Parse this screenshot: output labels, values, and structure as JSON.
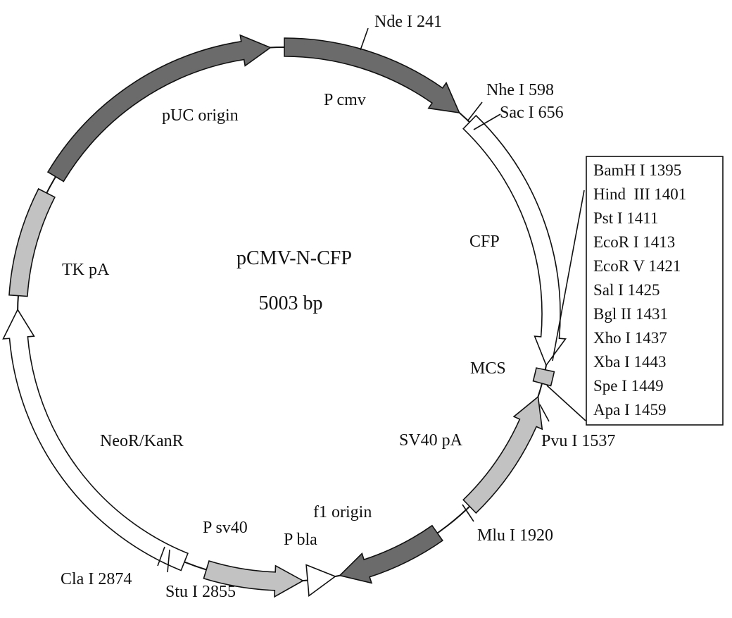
{
  "plasmid": {
    "name": "pCMV-N-CFP",
    "size": "5003 bp"
  },
  "colors": {
    "dark": "#6b6b6b",
    "light": "#c2c2c2",
    "white": "#ffffff",
    "outline": "#111111"
  },
  "features": [
    {
      "id": "p-cmv",
      "label": "P cmv"
    },
    {
      "id": "cfp",
      "label": "CFP"
    },
    {
      "id": "mcs",
      "label": "MCS"
    },
    {
      "id": "sv40-pa",
      "label": "SV40 pA"
    },
    {
      "id": "f1-origin",
      "label": "f1 origin"
    },
    {
      "id": "p-bla",
      "label": "P bla"
    },
    {
      "id": "p-sv40",
      "label": "P sv40"
    },
    {
      "id": "neor-kanr",
      "label": "NeoR/KanR"
    },
    {
      "id": "tk-pa",
      "label": "TK pA"
    },
    {
      "id": "puc-origin",
      "label": "pUC origin"
    }
  ],
  "sites": [
    {
      "id": "nde-i",
      "label": "Nde I 241"
    },
    {
      "id": "nhe-i",
      "label": "Nhe I 598"
    },
    {
      "id": "sac-i",
      "label": "Sac I 656"
    },
    {
      "id": "pvu-i",
      "label": "Pvu I 1537"
    },
    {
      "id": "mlu-i",
      "label": "Mlu I 1920"
    },
    {
      "id": "stu-i",
      "label": "Stu I 2855"
    },
    {
      "id": "cla-i",
      "label": "Cla I 2874"
    }
  ],
  "mcs_sites": [
    "BamH I 1395",
    "Hind  III 1401",
    "Pst I 1411",
    "EcoR I 1413",
    "EcoR V 1421",
    "Sal I 1425",
    "Bgl II 1431",
    "Xho I 1437",
    "Xba I 1443",
    "Spe I 1449",
    "Apa I 1459"
  ]
}
